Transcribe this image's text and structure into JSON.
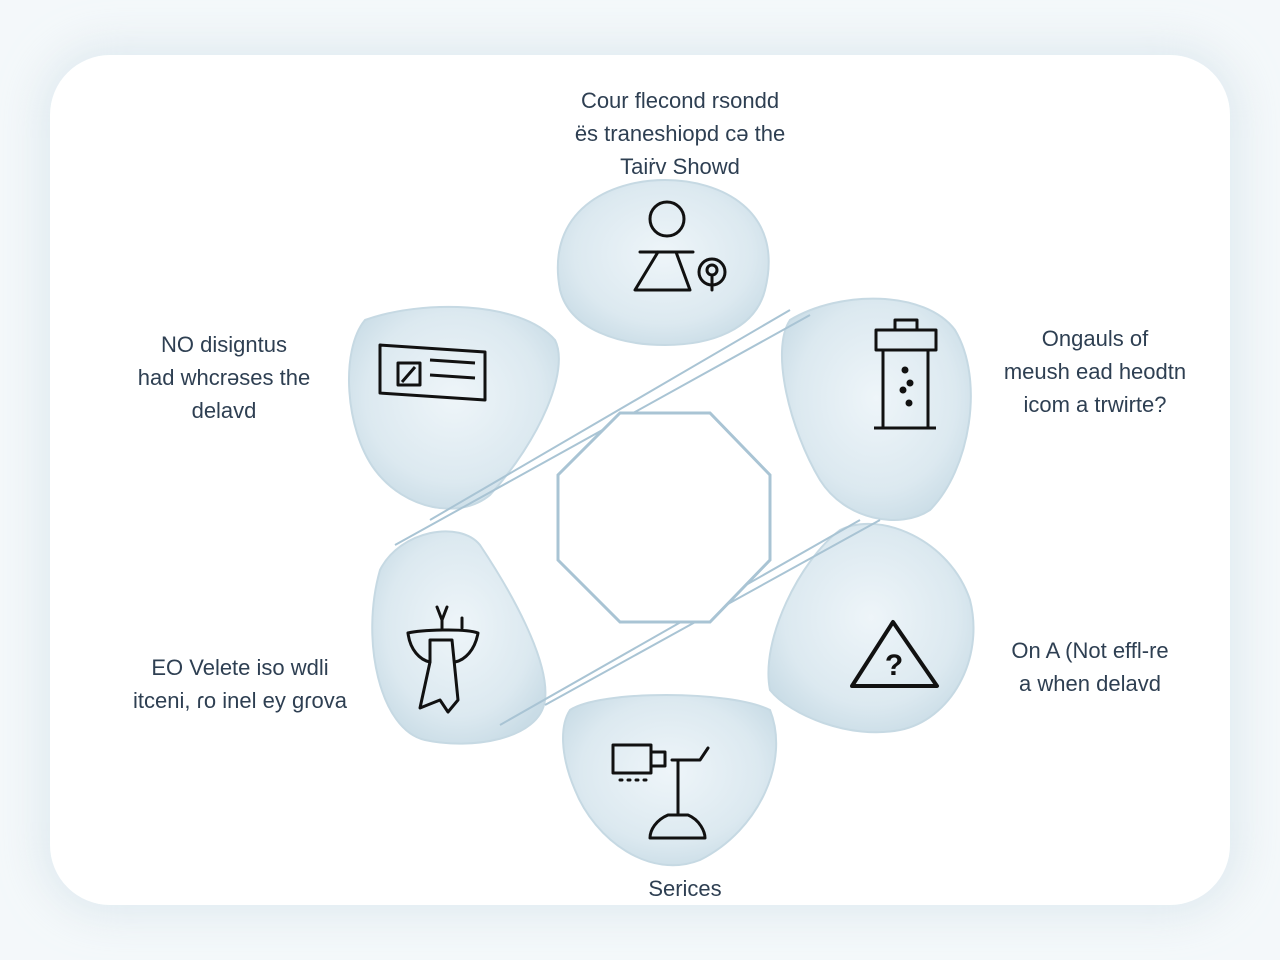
{
  "colors": {
    "petal_fill": "#dbe8ef",
    "petal_edge": "#c6d9e3",
    "outline": "#a9c4d4",
    "icon_stroke": "#111111",
    "text": "#2e3f52"
  },
  "nodes": {
    "top": {
      "icon": "person-with-badge-icon",
      "lines": [
        "Cour flecond rsondd",
        "ës traneshiopd cə the",
        "Taiṙv Showd"
      ]
    },
    "upper_left": {
      "icon": "id-card-icon",
      "lines": [
        "NO disigntus",
        "had whcrəses the",
        "delavd"
      ]
    },
    "upper_right": {
      "icon": "tower-icon",
      "lines": [
        "Ongauls of",
        "meush ead heodtn",
        "icom a trwirte?"
      ]
    },
    "lower_left": {
      "icon": "hand-tie-icon",
      "lines": [
        "EO Velete iso wdli",
        "itceni, ɾo inel ey gɾova"
      ]
    },
    "lower_right": {
      "icon": "warning-triangle-icon",
      "lines": [
        "On A (Not effl-re",
        "a when delavd"
      ]
    },
    "bottom": {
      "icon": "microscope-device-icon",
      "lines": [
        "Serices"
      ]
    }
  }
}
